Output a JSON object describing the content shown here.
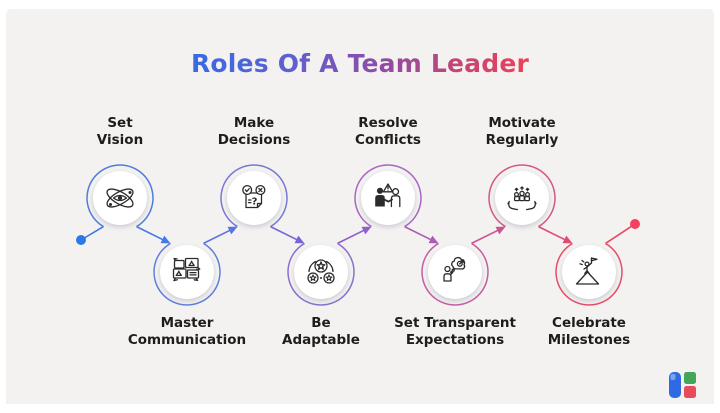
{
  "title": {
    "text": "Roles Of A Team Leader",
    "gradient_colors": [
      "#3b69e0",
      "#8d4ca6",
      "#ee4058"
    ]
  },
  "nodes": [
    {
      "label": "Set\nVision",
      "icon": "vision-atom-icon",
      "row": "top",
      "ring_color": "#4f7cdc"
    },
    {
      "label": "Master\nCommunication",
      "icon": "speech-bubbles-icon",
      "row": "bottom",
      "ring_color": "#5f80da"
    },
    {
      "label": "Make\nDecisions",
      "icon": "decision-checklist-icon",
      "row": "top",
      "ring_color": "#7678d6",
      "icon_glyph": "?"
    },
    {
      "label": "Be\nAdaptable",
      "icon": "cycle-stars-icon",
      "row": "bottom",
      "ring_color": "#8a70cf"
    },
    {
      "label": "Resolve\nConflicts",
      "icon": "handshake-warning-icon",
      "row": "top",
      "ring_color": "#a866c4"
    },
    {
      "label": "Set Transparent\nExpectations",
      "icon": "thought-target-icon",
      "row": "bottom",
      "ring_color": "#c45ea4"
    },
    {
      "label": "Motivate\nRegularly",
      "icon": "hands-team-icon",
      "row": "top",
      "ring_color": "#d65585"
    },
    {
      "label": "Celebrate\nMilestones",
      "icon": "flag-mountain-icon",
      "row": "bottom",
      "ring_color": "#e84d69"
    }
  ],
  "flow": {
    "start_dot_color": "#2d78e8",
    "end_dot_color": "#f4415d",
    "start_line_color": "#3a78e2",
    "end_line_color": "#ee4560",
    "connector_colors": [
      "#447ae6",
      "#5b74e0",
      "#7566d8",
      "#9160cb",
      "#ad5cb5",
      "#cb5492",
      "#e04b72"
    ]
  },
  "logo": {
    "blue": "#2f6ae4",
    "notch": "#7ba3f2",
    "green": "#43a557",
    "red": "#e64c5c"
  }
}
